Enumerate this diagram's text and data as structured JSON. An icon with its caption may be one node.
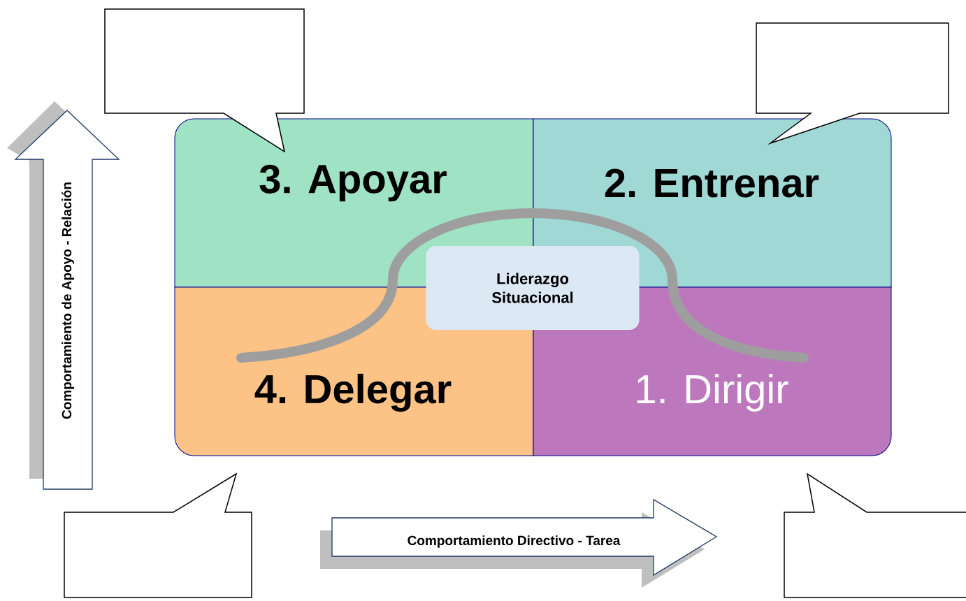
{
  "diagram": {
    "nodes": [
      {
        "text": [],
        "shape": "callout"
      },
      {
        "text": [],
        "shape": "callout"
      },
      {
        "text": [
          "Comportamiento de Apoyo - Relación"
        ]
      },
      {
        "text": [
          "3. Apoyar"
        ]
      },
      {
        "text": [
          "2. Entrenar"
        ]
      },
      {
        "text": [
          "Liderazgo Situacional"
        ]
      },
      {
        "text": [
          "4. Delegar"
        ]
      },
      {
        "text": [
          "1. Dirigir"
        ]
      },
      {
        "text": [],
        "shape": "callout"
      },
      {
        "text": [
          "Comportamiento Directivo - Tarea"
        ]
      },
      {
        "text": [],
        "shape": "callout"
      }
    ],
    "edges": [
      {
        "from": 7,
        "to": 6,
        "arrow": "none"
      }
    ]
  }
}
